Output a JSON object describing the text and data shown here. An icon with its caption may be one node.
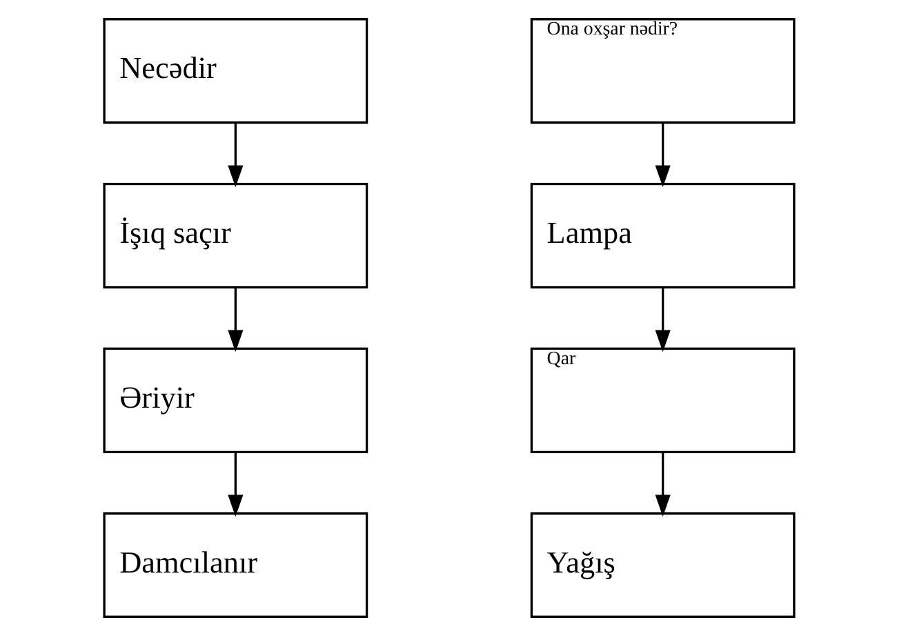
{
  "diagram": {
    "nodes": [
      {
        "text": [
          "Necədir"
        ]
      },
      {
        "text": [
          "İşıq saçır"
        ]
      },
      {
        "text": [
          "Əriyir"
        ]
      },
      {
        "text": [
          "Damcılanır"
        ]
      },
      {
        "text": [
          "Ona oxşar nədir?"
        ]
      },
      {
        "text": [
          "Lampa"
        ]
      },
      {
        "text": [
          "Qar"
        ]
      },
      {
        "text": [
          "Yağış"
        ]
      }
    ],
    "edges": [
      {
        "from": 0,
        "to": 1,
        "arrow": "to"
      },
      {
        "from": 1,
        "to": 2,
        "arrow": "to"
      },
      {
        "from": 2,
        "to": 3,
        "arrow": "to"
      },
      {
        "from": 4,
        "to": 5,
        "arrow": "to"
      },
      {
        "from": 5,
        "to": 6,
        "arrow": "to"
      },
      {
        "from": 6,
        "to": 7,
        "arrow": "to"
      }
    ]
  }
}
